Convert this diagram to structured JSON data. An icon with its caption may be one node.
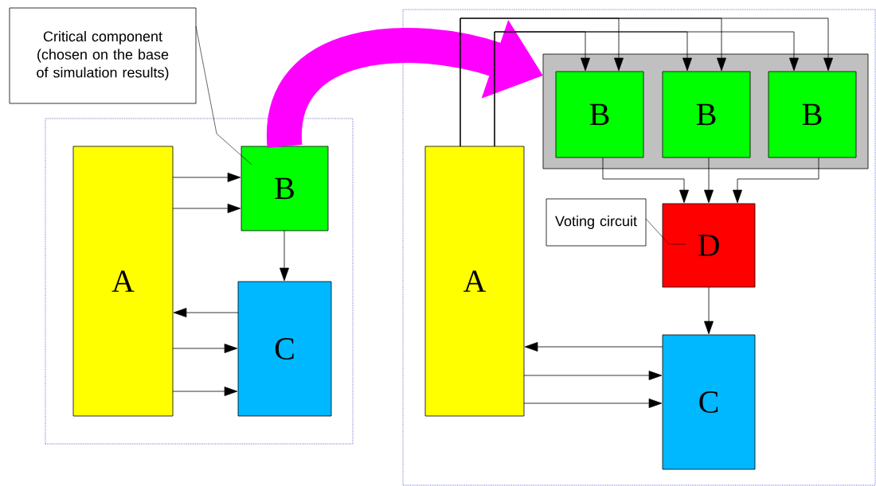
{
  "diagram": {
    "nodes": [
      {
        "text": [],
        "shape": "box"
      },
      {
        "text": [
          "A"
        ],
        "in": 0
      },
      {
        "text": [
          "B"
        ],
        "in": 0
      },
      {
        "text": [
          "C"
        ],
        "in": 0
      },
      {
        "text": [
          "Critical component (chosen on the base of simulation results)"
        ]
      },
      {
        "text": [],
        "shape": "box"
      },
      {
        "text": [
          "A"
        ],
        "in": 5
      },
      {
        "text": [],
        "shape": "box",
        "in": 5
      },
      {
        "text": [
          "B"
        ],
        "in": 7
      },
      {
        "text": [
          "B"
        ],
        "in": 7
      },
      {
        "text": [
          "B"
        ],
        "in": 7
      },
      {
        "text": [
          "Voting circuit"
        ],
        "in": 5
      },
      {
        "text": [
          "D"
        ],
        "in": 5
      },
      {
        "text": [
          "C"
        ],
        "in": 5
      }
    ],
    "edges": [
      {
        "from": 1,
        "to": 2,
        "arrow": "to"
      },
      {
        "from": 1,
        "to": 2,
        "arrow": "to"
      },
      {
        "from": 2,
        "to": 3,
        "arrow": "to"
      },
      {
        "from": 3,
        "to": 1,
        "arrow": "to"
      },
      {
        "from": 1,
        "to": 3,
        "arrow": "to"
      },
      {
        "from": 1,
        "to": 3,
        "arrow": "to"
      },
      {
        "from": 4,
        "to": 2,
        "arrow": "none"
      },
      {
        "from": 2,
        "to": 7,
        "arrow": "to",
        "style": "thick",
        "color": "#ff00ff"
      },
      {
        "from": 6,
        "to": 8,
        "arrow": "to"
      },
      {
        "from": 6,
        "to": 8,
        "arrow": "to"
      },
      {
        "from": 6,
        "to": 9,
        "arrow": "to"
      },
      {
        "from": 6,
        "to": 9,
        "arrow": "to"
      },
      {
        "from": 6,
        "to": 10,
        "arrow": "to"
      },
      {
        "from": 6,
        "to": 10,
        "arrow": "to"
      },
      {
        "from": 8,
        "to": 12,
        "arrow": "to"
      },
      {
        "from": 9,
        "to": 12,
        "arrow": "to"
      },
      {
        "from": 10,
        "to": 12,
        "arrow": "to"
      },
      {
        "from": 12,
        "to": 13,
        "arrow": "to"
      },
      {
        "from": 13,
        "to": 6,
        "arrow": "to"
      },
      {
        "from": 6,
        "to": 13,
        "arrow": "to"
      },
      {
        "from": 6,
        "to": 13,
        "arrow": "to"
      },
      {
        "from": 11,
        "to": 12,
        "arrow": "none"
      }
    ]
  }
}
